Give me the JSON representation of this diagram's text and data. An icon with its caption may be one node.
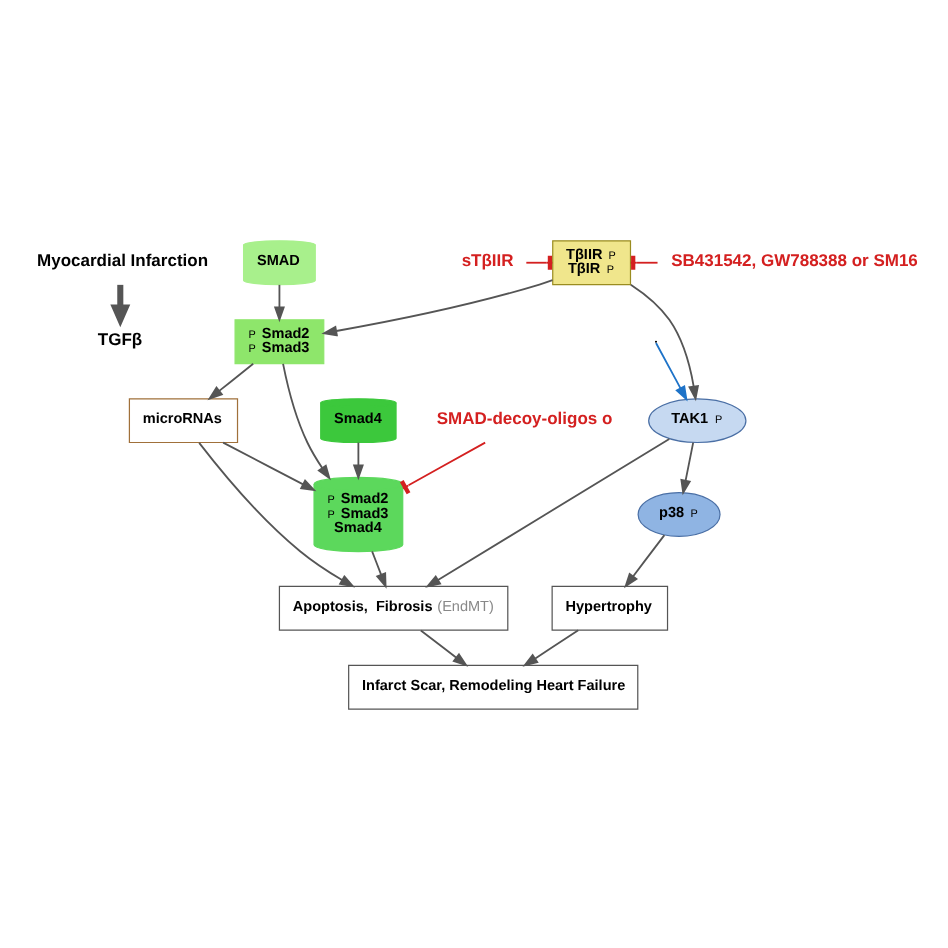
{
  "diagram": {
    "nodes": [
      {
        "text": [
          "Myocardial Infarction"
        ]
      },
      {
        "text": [
          "TGFβ"
        ]
      },
      {
        "text": [
          "TβIIR",
          "TβIR",
          "P",
          "P"
        ]
      },
      {
        "text": [
          "sTβIIR"
        ]
      },
      {
        "text": [
          "SB431542, GW788388 or SM16"
        ]
      },
      {
        "text": [
          "SMAD"
        ]
      },
      {
        "text": [
          "TAK1",
          "P"
        ]
      },
      {
        "text": [
          "P",
          "Smad2",
          "P",
          "Smad3"
        ]
      },
      {
        "text": [
          "microRNAs"
        ]
      },
      {
        "text": [
          "Smad4"
        ]
      },
      {
        "text": [
          "P",
          "Smad2",
          "P",
          "Smad3",
          "Smad4"
        ]
      },
      {
        "text": [
          "SMAD-decoy-oligos o"
        ]
      },
      {
        "text": [
          "p38",
          "P"
        ]
      },
      {
        "text": [
          "Hypertrophy"
        ]
      },
      {
        "text": [
          "Apoptosis,  Fibrosis",
          "(EndMT)"
        ]
      },
      {
        "text": [
          "Infarct Scar, Remodeling Heart Failure"
        ]
      }
    ],
    "edges": [
      {
        "from": 0,
        "to": 1,
        "arrow": "to",
        "style": "thick"
      },
      {
        "from": 3,
        "to": 2,
        "arrow": "other",
        "color": "#d42020"
      },
      {
        "from": 4,
        "to": 2,
        "arrow": "other",
        "color": "#d42020"
      },
      {
        "from": 2,
        "to": 7,
        "arrow": "to"
      },
      {
        "from": 5,
        "to": 7,
        "arrow": "to"
      },
      {
        "from": 2,
        "to": 6,
        "arrow": "to"
      },
      {
        "from": null,
        "to": 6,
        "arrow": "to",
        "color": "#1e73c8"
      },
      {
        "from": 7,
        "to": 8,
        "arrow": "to"
      },
      {
        "from": 7,
        "to": 10,
        "arrow": "to"
      },
      {
        "from": 9,
        "to": 10,
        "arrow": "to"
      },
      {
        "from": 8,
        "to": 10,
        "arrow": "to"
      },
      {
        "from": 11,
        "to": 10,
        "arrow": "other",
        "color": "#d42020"
      },
      {
        "from": 6,
        "to": 12,
        "arrow": "to"
      },
      {
        "from": 6,
        "to": 14,
        "arrow": "to"
      },
      {
        "from": 8,
        "to": 14,
        "arrow": "to"
      },
      {
        "from": 10,
        "to": 14,
        "arrow": "to"
      },
      {
        "from": 12,
        "to": 13,
        "arrow": "to"
      },
      {
        "from": 13,
        "to": 15,
        "arrow": "to"
      },
      {
        "from": 14,
        "to": 15,
        "arrow": "to"
      }
    ]
  }
}
